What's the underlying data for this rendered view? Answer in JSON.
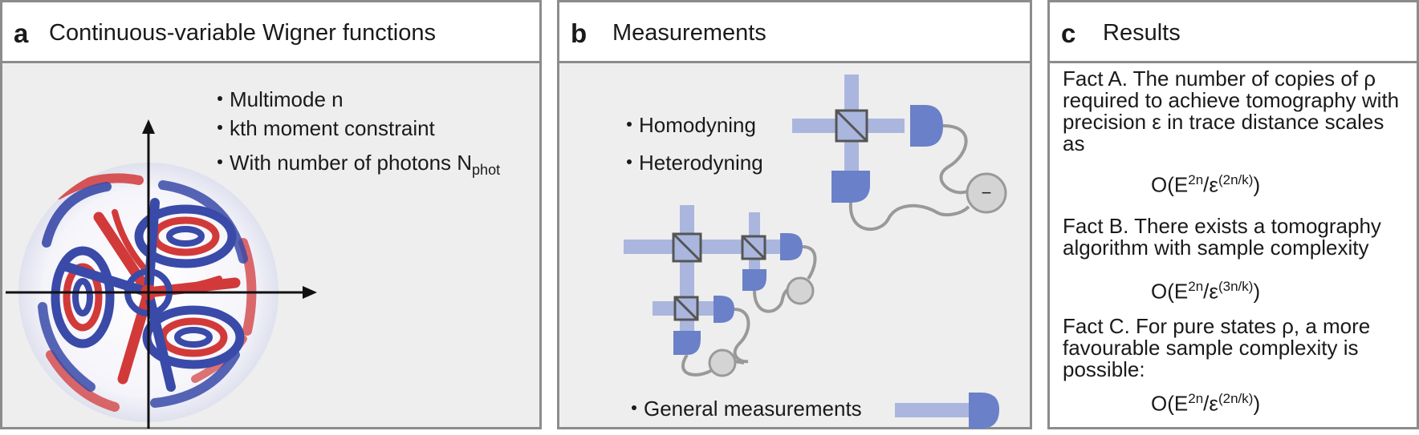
{
  "panels": {
    "a": {
      "letter": "a",
      "title": "Continuous-variable Wigner functions",
      "bullets": [
        "Multimode n",
        "kth moment constraint",
        "With number of photons N"
      ],
      "subscript": "phot"
    },
    "b": {
      "letter": "b",
      "title": "Measurements",
      "bullets": [
        "Homodyning",
        "Heterodyning",
        "General measurements"
      ],
      "minus_sign": "−"
    },
    "c": {
      "letter": "c",
      "title": "Results",
      "fact_a": "Fact A. The number of copies of ρ required to achieve tomography with precision ε in trace distance scales as",
      "fact_b": "Fact B. There exists a tomography algorithm with sample complexity",
      "fact_c": "Fact C. For pure states ρ, a more favourable sample complexity is possible:",
      "formula_a_base": "O(E",
      "formula_a_exp1": "2n",
      "formula_a_mid": "/ε",
      "formula_a_exp2": "(2n/k)",
      "formula_a_end": ")",
      "formula_b_base": "O(E",
      "formula_b_exp1": "2n",
      "formula_b_mid": "/ε",
      "formula_b_exp2": "(3n/k)",
      "formula_b_end": ")",
      "formula_c_base": "O(E",
      "formula_c_exp1": "2n",
      "formula_c_mid": "/ε",
      "formula_c_exp2": "(2n/k)",
      "formula_c_end": ")"
    }
  },
  "colors": {
    "panel_border": "#8c8c8c",
    "panel_bg": "#eeeeee",
    "wigner_red": "#d23a3a",
    "wigner_blue": "#3a4aa8",
    "beam": "#aab6de",
    "detector": "#6a80c8",
    "splitter_border": "#555555",
    "wire": "#999999",
    "meter": "#d4d4d4"
  },
  "icons": [
    "beam-splitter-icon",
    "detector-icon",
    "meter-icon",
    "axis-arrow-icon"
  ]
}
